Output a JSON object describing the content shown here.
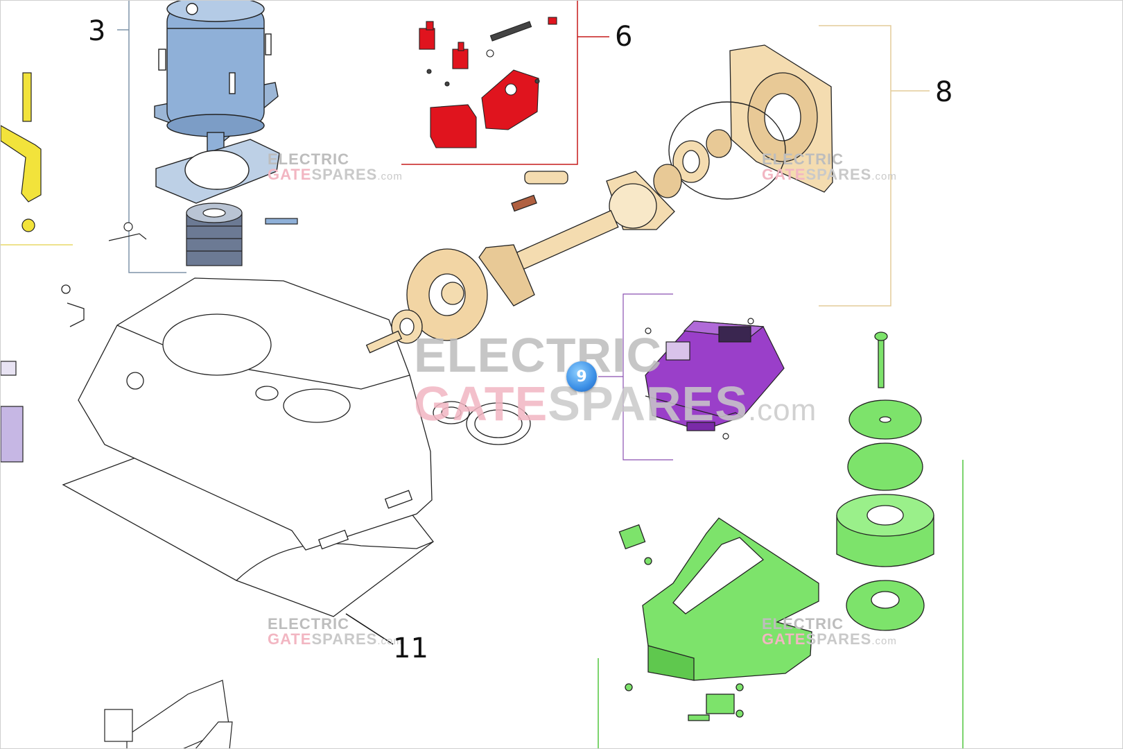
{
  "diagram": {
    "callouts": {
      "c3": "3",
      "c6": "6",
      "c8": "8",
      "c11": "11"
    },
    "hotspot": {
      "label": "9"
    },
    "watermark": {
      "line1": "ELECTRIC",
      "gate": "GATE",
      "spares": "SPARES",
      "com": ".com"
    },
    "colors": {
      "motor": "#8fb0d8",
      "red_parts": "#e0141e",
      "gear_parts": "#f4dcb0",
      "control_board": "#9a3fc9",
      "base_parts": "#7de36b",
      "yellow_lever": "#f2e33b"
    }
  }
}
